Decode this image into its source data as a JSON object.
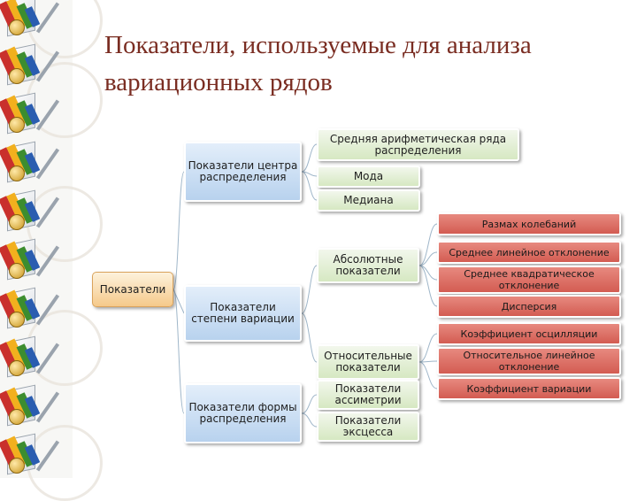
{
  "title": "Показатели, используемые для анализа вариационных рядов",
  "root": {
    "label": "Показатели"
  },
  "groups": [
    {
      "label": "Показатели центра распределения",
      "children": [
        {
          "label": "Средняя арифметическая ряда распределения"
        },
        {
          "label": "Мода"
        },
        {
          "label": "Медиана"
        }
      ]
    },
    {
      "label": "Показатели степени вариации",
      "children": [
        {
          "label": "Абсолютные показатели",
          "children": [
            {
              "label": "Размах колебаний"
            },
            {
              "label": "Среднее линейное отклонение"
            },
            {
              "label": "Среднее квадратическое отклонение"
            },
            {
              "label": "Дисперсия"
            }
          ]
        },
        {
          "label": "Относительные показатели",
          "children": [
            {
              "label": "Коэффициент осцилляции"
            },
            {
              "label": "Относительное линейное отклонение"
            },
            {
              "label": "Коэффициент вариации"
            }
          ]
        }
      ]
    },
    {
      "label": "Показатели формы распределения",
      "children": [
        {
          "label": "Показатели ассиметрии"
        },
        {
          "label": "Показатели эксцесса"
        }
      ]
    }
  ]
}
